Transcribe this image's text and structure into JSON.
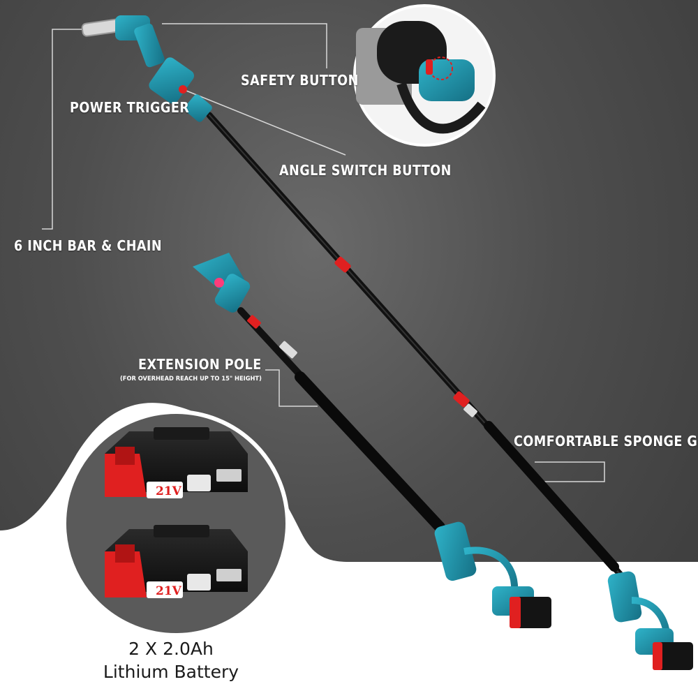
{
  "callouts": {
    "safety_button": "SAFETY BUTTON",
    "power_trigger": "POWER TRIGGER",
    "angle_switch_button": "ANGLE SWITCH BUTTON",
    "bar_chain": "6 INCH BAR & CHAIN",
    "extension_pole": "EXTENSION POLE",
    "extension_pole_note": "(FOR OVERHEAD REACH UP TO 15\" HEIGHT)",
    "sponge_grip": "COMFORTABLE SPONGE GRIP"
  },
  "battery": {
    "voltage_label": "21V",
    "caption_line1": "2 X 2.0Ah",
    "caption_line2": "Lithium Battery"
  },
  "colors": {
    "background_dark": "#4e4e4e",
    "floor_white": "#ffffff",
    "body_teal": "#1f8fa6",
    "accent_red": "#e02020",
    "pole_black": "#111111"
  }
}
